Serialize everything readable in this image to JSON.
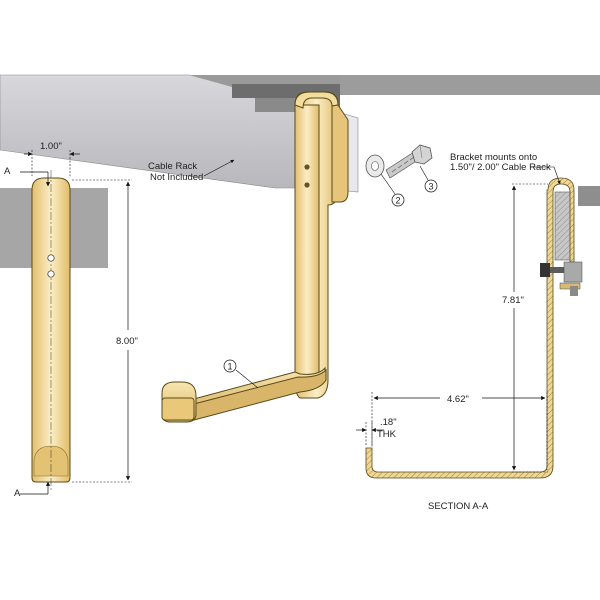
{
  "labels": {
    "cable_rack_line1": "Cable Rack",
    "cable_rack_line2": "Not Included",
    "bracket_note_line1": "Bracket mounts onto",
    "bracket_note_line2": "1.50\"/ 2.00\" Cable Rack",
    "section_caption": "SECTION A-A",
    "section_marker_top": "A",
    "section_marker_bottom": "A"
  },
  "dimensions": {
    "width_top": "1.00\"",
    "height_front": "8.00\"",
    "height_section": "7.81\"",
    "depth_section": "4.62\"",
    "thickness_value": ".18\"",
    "thickness_unit": "THK"
  },
  "balloons": {
    "bracket": "1",
    "washer": "2",
    "bolt": "3"
  },
  "colors": {
    "brass_light": "#f6e3a8",
    "brass_mid": "#e8c77a",
    "brass_dark": "#c9a353",
    "rack_gray": "#a8a8a8",
    "rack_light": "#d0d0d4",
    "rack_dark": "#6e6e6e",
    "line": "#111111"
  }
}
